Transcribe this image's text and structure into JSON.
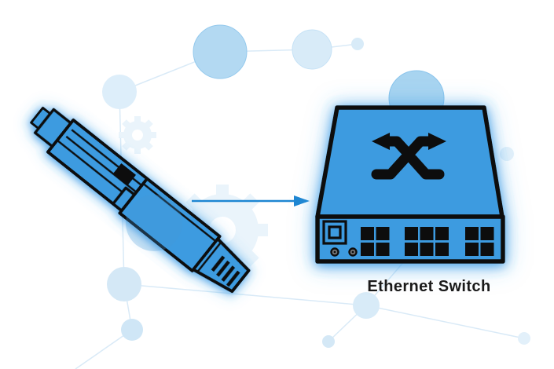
{
  "diagram": {
    "label": "Ethernet Switch",
    "icons": {
      "left_device": "sfp-transceiver-illustration",
      "right_device": "ethernet-switch-illustration",
      "switch_top_glyph": "shuffle-arrows-icon",
      "connector": "right-arrow-connector",
      "background_motifs": [
        "network-node-circles",
        "network-edge-lines",
        "gear-icon"
      ]
    },
    "switch": {
      "port_groups": [
        {
          "cols": 2,
          "rows": 2
        },
        {
          "cols": 3,
          "rows": 2
        },
        {
          "cols": 2,
          "rows": 2
        }
      ],
      "total_ethernet_ports": 14,
      "console_ports": 1,
      "led_count": 2
    },
    "colors": {
      "device-blue": "#3d9be0",
      "outline": "#0d0d0d",
      "arrow-blue": "#1e86d2",
      "glow-blue": "#4aa3e8",
      "node-strong": "#aed7f1",
      "node-medium": "#cfe6f6",
      "node-light": "#ddeefa",
      "edge-line": "#d9eaf7",
      "gear-faint": "#eaf4fb",
      "label-color": "#1a1a1a",
      "port-black": "#0b0b0b"
    }
  }
}
